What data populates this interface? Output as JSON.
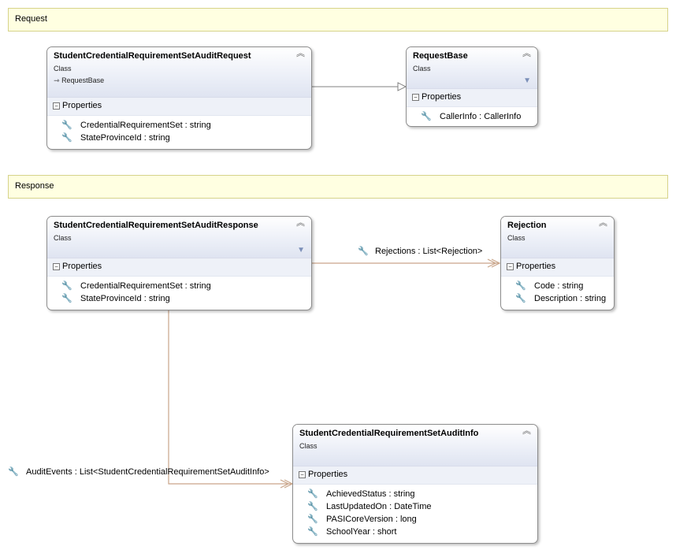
{
  "sections": {
    "request": "Request",
    "response": "Response"
  },
  "classes": {
    "audit_request": {
      "name": "StudentCredentialRequirementSetAuditRequest",
      "stereotype": "Class",
      "inherits": "RequestBase",
      "compartment": "Properties",
      "properties": [
        "CredentialRequirementSet : string",
        "StateProvinceId : string"
      ]
    },
    "request_base": {
      "name": "RequestBase",
      "stereotype": "Class",
      "compartment": "Properties",
      "properties": [
        "CallerInfo : CallerInfo"
      ]
    },
    "audit_response": {
      "name": "StudentCredentialRequirementSetAuditResponse",
      "stereotype": "Class",
      "compartment": "Properties",
      "properties": [
        "CredentialRequirementSet : string",
        "StateProvinceId : string"
      ]
    },
    "rejection": {
      "name": "Rejection",
      "stereotype": "Class",
      "compartment": "Properties",
      "properties": [
        "Code : string",
        "Description : string"
      ]
    },
    "audit_info": {
      "name": "StudentCredentialRequirementSetAuditInfo",
      "stereotype": "Class",
      "compartment": "Properties",
      "properties": [
        "AchievedStatus : string",
        "LastUpdatedOn : DateTime",
        "PASICoreVersion : long",
        "SchoolYear : short"
      ]
    }
  },
  "associations": {
    "rejections": "Rejections : List<Rejection>",
    "audit_events": "AuditEvents : List<StudentCredentialRequirementSetAuditInfo>"
  },
  "icons": {
    "property": "wrench-icon",
    "collapse": "double-chevron-up-icon",
    "filter": "filter-icon",
    "inherit_arrow": "inheritance-arrow-icon",
    "expand_toggle": "minus-box-icon"
  },
  "colors": {
    "section_bg": "#ffffe1",
    "section_border": "#d6d38a",
    "header_gradient_end": "#dfe4f1",
    "association_line": "#c9a58a",
    "inheritance_line": "#808080"
  }
}
